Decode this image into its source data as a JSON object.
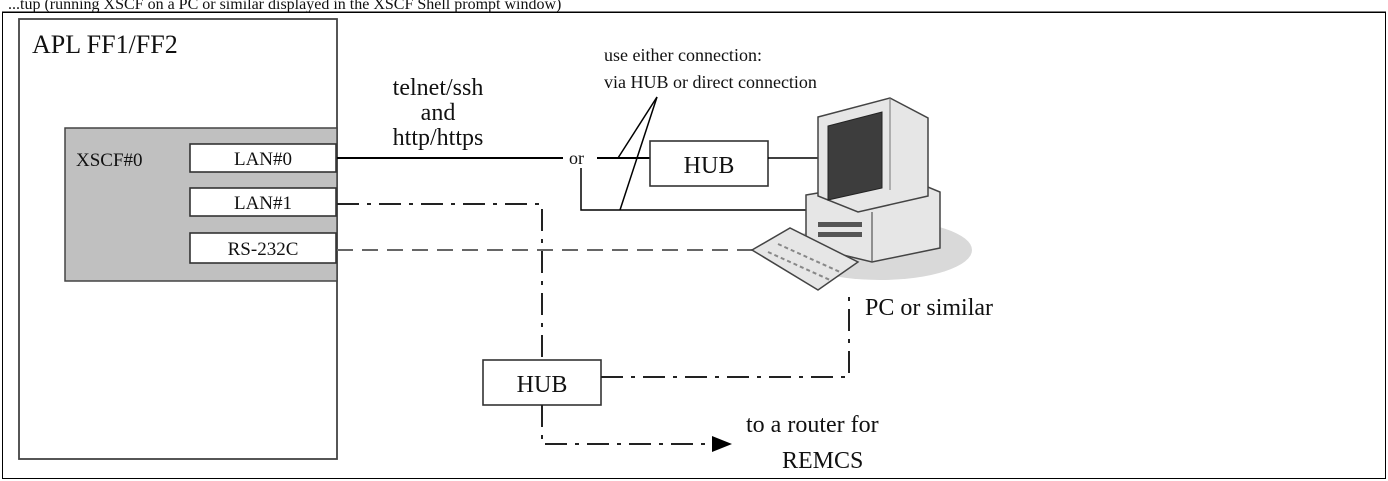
{
  "header_text": "...tup (running XSCF on a PC or similar displayed in the XSCF Shell prompt window)",
  "chassis": {
    "title": "APL FF1/FF2"
  },
  "xscf": {
    "label": "XSCF#0",
    "ports": [
      "LAN#0",
      "LAN#1",
      "RS-232C"
    ]
  },
  "protocols": {
    "line1": "telnet/ssh",
    "line2": "and",
    "line3": "http/https"
  },
  "connection_note": {
    "line1": "use either connection:",
    "line2": "via HUB or direct connection"
  },
  "or_label": "or",
  "hub_upper": "HUB",
  "hub_lower": "HUB",
  "pc_label": "PC or similar",
  "router_label": {
    "line1": "to a router for",
    "line2": "REMCS"
  },
  "colors": {
    "xscf_fill": "#c0c0c0",
    "monitor_body": "#e6e6e6",
    "screen": "#3d3d3d",
    "shadow": "#d9d9d9"
  }
}
